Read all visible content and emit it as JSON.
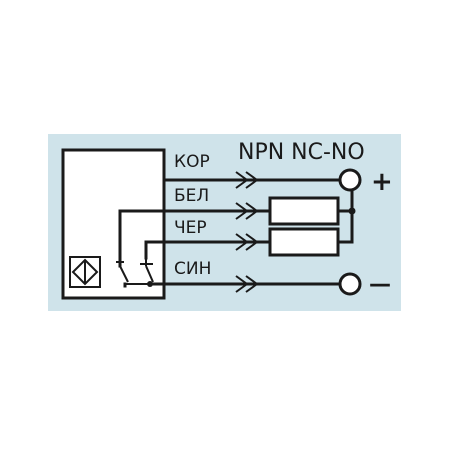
{
  "title": "NPN NC-NO",
  "wires": [
    {
      "key": "brown",
      "label": "КОР"
    },
    {
      "key": "white",
      "label": "БЕЛ"
    },
    {
      "key": "black",
      "label": "ЧЕР"
    },
    {
      "key": "blue",
      "label": "СИН"
    }
  ],
  "terminals": {
    "positive": "+",
    "negative": "—"
  },
  "colors": {
    "background": "#cfe3ea",
    "line": "#1a1a1a",
    "panel": "#ffffff"
  },
  "icons": [
    "sensor-symbol-icon",
    "switch-contact-icon",
    "load-resistor-icon",
    "terminal-circle-icon"
  ]
}
